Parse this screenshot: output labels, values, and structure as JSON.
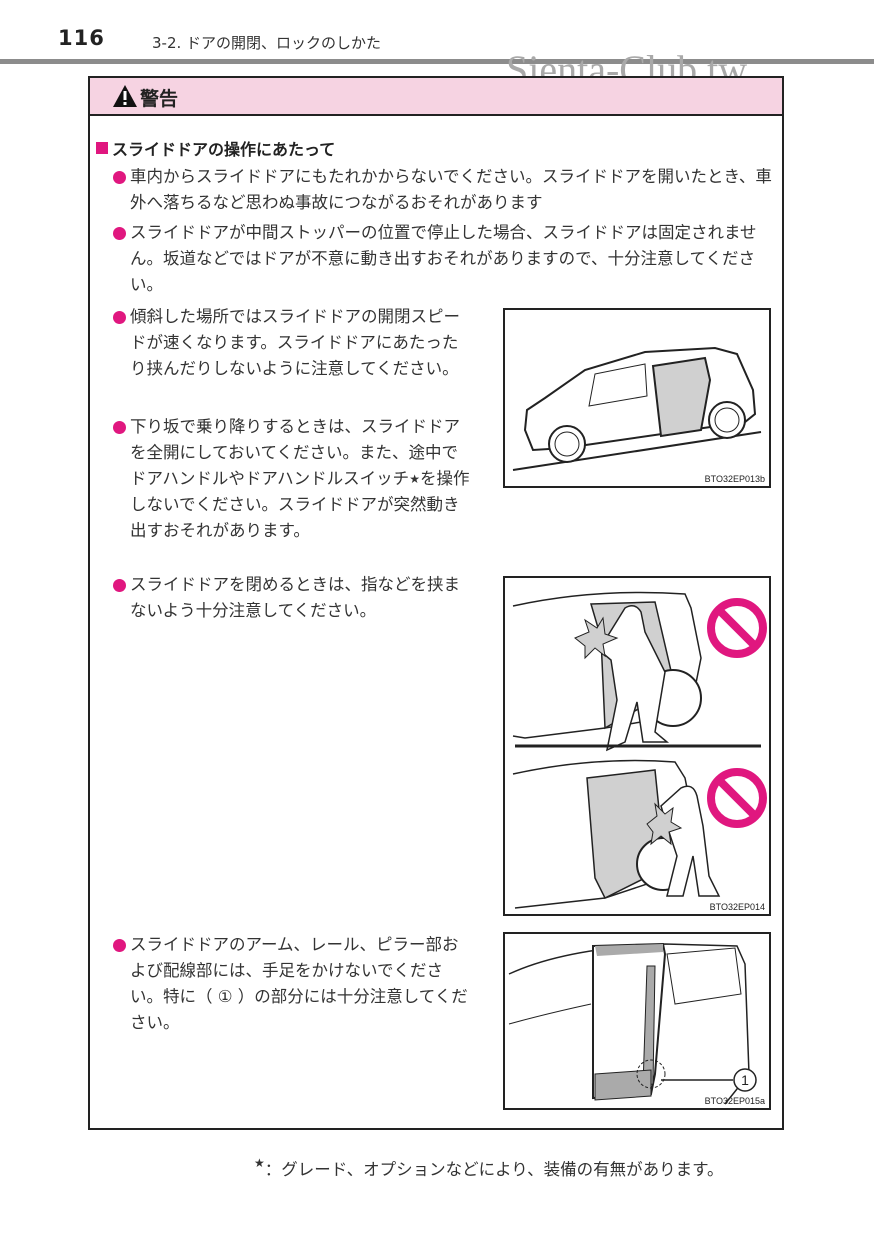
{
  "header": {
    "page_number": "116",
    "section_title": "3-2. ドアの開閉、ロックのしかた",
    "watermark": "Sienta-Club.tw"
  },
  "warning": {
    "icon": "warning-triangle-icon",
    "title": "警告",
    "heading": "スライドドアの操作にあたって",
    "accent_color": "#e0177f",
    "header_bg": "#f6d3e2",
    "items": [
      {
        "text": "車内からスライドドアにもたれかからないでください。スライドドアを開いたとき、車外へ落ちるなど思わぬ事故につながるおそれがあります"
      },
      {
        "text": "スライドドアが中間ストッパーの位置で停止した場合、スライドドアは固定されません。坂道などではドアが不意に動き出すおそれがありますので、十分注意してください。"
      },
      {
        "text": "傾斜した場所ではスライドドアの開閉スピードが速くなります。スライドドアにあたったり挟んだりしないように注意してください。"
      },
      {
        "text_before": "下り坂で乗り降りするときは、スライドドアを全開にしておいてください。また、途中でドアハンドルやドアハンドルスイッチ",
        "star": "★",
        "text_after": "を操作しないでください。スライドドアが突然動き出すおそれがあります。"
      },
      {
        "text": "スライドドアを閉めるときは、指などを挟まないよう十分注意してください。"
      },
      {
        "text": "スライドドアのアーム、レール、ピラー部および配線部には、手足をかけないでください。特に（ ① ）の部分には十分注意してください。"
      }
    ],
    "figures": [
      {
        "code": "BTO32EP013b",
        "description": "car on slope with sliding door open"
      },
      {
        "code": "BTO32EP014",
        "description": "two prohibited scenes of hand caught in sliding door",
        "prohibit_icon_color": "#e0177f"
      },
      {
        "code": "BTO32EP015a",
        "description": "sliding door rail area",
        "callout": "1"
      }
    ]
  },
  "footnote": {
    "star": "★",
    "text": "：グレード、オプションなどにより、装備の有無があります。"
  }
}
